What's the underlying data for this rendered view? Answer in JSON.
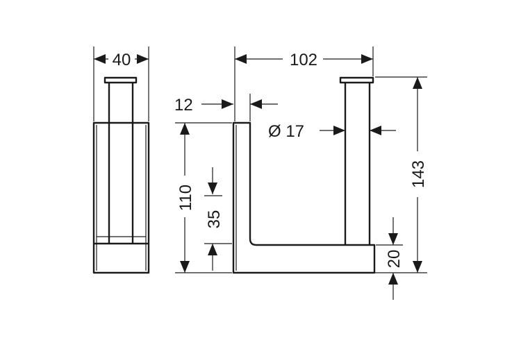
{
  "dimensions": {
    "side_depth": "40",
    "front_width": "102",
    "wall_gap": "12",
    "rod_diameter": "Ø 17",
    "base_height": "110",
    "inner_height": "35",
    "total_height": "143",
    "base_thickness": "20"
  }
}
